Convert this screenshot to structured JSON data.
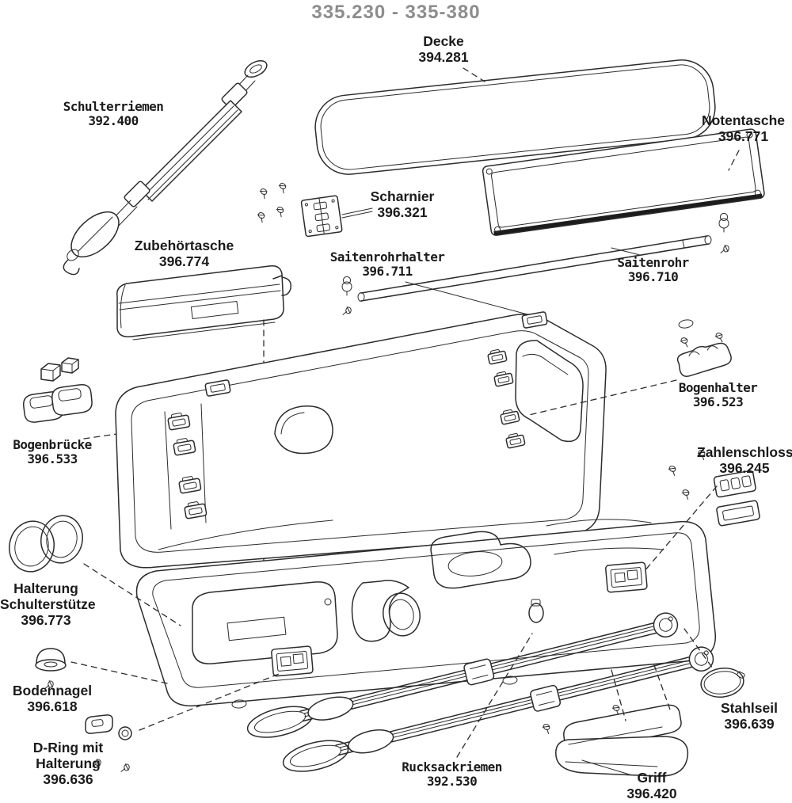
{
  "title": "335.230 - 335-380",
  "colors": {
    "line": "#2c2c2c",
    "title_gray": "#8d8d8d",
    "background": "#ffffff"
  },
  "diagram_subject": "violin case exploded parts diagram",
  "parts": [
    {
      "id": "schulterriemen",
      "name": "Schulterriemen",
      "number": "392.400",
      "style": "bold"
    },
    {
      "id": "decke",
      "name": "Decke",
      "number": "394.281",
      "style": "regular"
    },
    {
      "id": "notentasche",
      "name": "Notentasche",
      "number": "396.771",
      "style": "regular"
    },
    {
      "id": "scharnier",
      "name": "Scharnier",
      "number": "396.321",
      "style": "regular"
    },
    {
      "id": "zubehoertasche",
      "name": "Zubehörtasche",
      "number": "396.774",
      "style": "regular"
    },
    {
      "id": "saitenrohrhalter",
      "name": "Saitenrohrhalter",
      "number": "396.711",
      "style": "bold"
    },
    {
      "id": "saitenrohr",
      "name": "Saitenrohr",
      "number": "396.710",
      "style": "bold"
    },
    {
      "id": "bogenhalter",
      "name": "Bogenhalter",
      "number": "396.523",
      "style": "bold"
    },
    {
      "id": "bogenbruecke",
      "name": "Bogenbrücke",
      "number": "396.533",
      "style": "bold"
    },
    {
      "id": "zahlenschloss",
      "name": "Zahlenschloss",
      "number": "396.245",
      "style": "regular"
    },
    {
      "id": "halterung-schulterstuetze",
      "name": "Halterung Schulterstütze",
      "number": "396.773",
      "style": "regular"
    },
    {
      "id": "bodennagel",
      "name": "Bodennagel",
      "number": "396.618",
      "style": "regular"
    },
    {
      "id": "d-ring-mit-halterung",
      "name": "D-Ring mit Halterung",
      "number": "396.636",
      "style": "regular"
    },
    {
      "id": "rucksackriemen",
      "name": "Rucksackriemen",
      "number": "392.530",
      "style": "bold"
    },
    {
      "id": "griff",
      "name": "Griff",
      "number": "396.420",
      "style": "regular"
    },
    {
      "id": "stahlseil",
      "name": "Stahlseil",
      "number": "396.639",
      "style": "regular"
    }
  ]
}
